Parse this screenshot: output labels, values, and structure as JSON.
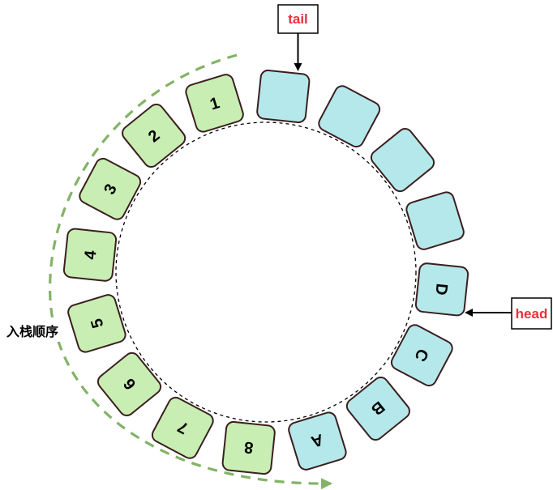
{
  "ring": {
    "slots": [
      {
        "label": "",
        "filled": false
      },
      {
        "label": "",
        "filled": false
      },
      {
        "label": "",
        "filled": false
      },
      {
        "label": "",
        "filled": false
      },
      {
        "label": "D",
        "filled": false
      },
      {
        "label": "C",
        "filled": false
      },
      {
        "label": "B",
        "filled": false
      },
      {
        "label": "A",
        "filled": false
      },
      {
        "label": "8",
        "filled": true
      },
      {
        "label": "7",
        "filled": true
      },
      {
        "label": "6",
        "filled": true
      },
      {
        "label": "5",
        "filled": true
      },
      {
        "label": "4",
        "filled": true
      },
      {
        "label": "3",
        "filled": true
      },
      {
        "label": "2",
        "filled": true
      },
      {
        "label": "1",
        "filled": true
      }
    ]
  },
  "pointers": {
    "tail": "tail",
    "head": "head"
  },
  "order_label": "入栈顺序",
  "colors": {
    "cyan_fill": "#b5e8ea",
    "green_fill": "#c8eeb3",
    "slot_stroke": "#3b1f1f",
    "pointer_text": "#e8313a",
    "arrow_green": "#82b366"
  }
}
